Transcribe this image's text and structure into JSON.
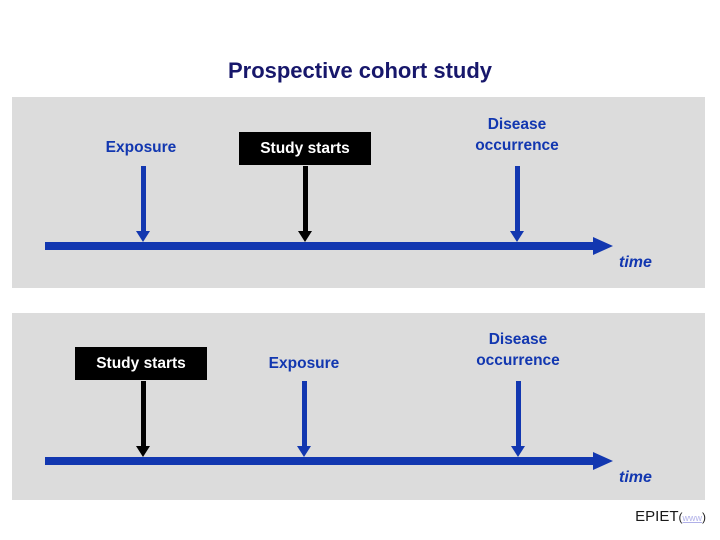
{
  "slide": {
    "title": "Prospective cohort study",
    "background_color": "#ffffff",
    "panel_color": "#dcdcdc",
    "accent_blue": "#1237b0",
    "title_color": "#17176b",
    "highlight_bg": "#000000",
    "highlight_fg": "#ffffff"
  },
  "panels": [
    {
      "id": "panel-1",
      "name": "prospective-timeline",
      "timeline_caption": "time",
      "markers": [
        {
          "label": "Exposure",
          "style": "plain",
          "color": "#1237b0"
        },
        {
          "label": "Study starts",
          "style": "highlight",
          "color": "#000000"
        },
        {
          "label": "Disease occurrence",
          "style": "plain",
          "color": "#1237b0"
        }
      ]
    },
    {
      "id": "panel-2",
      "name": "retrospective-timeline",
      "timeline_caption": "time",
      "markers": [
        {
          "label": "Study starts",
          "style": "highlight",
          "color": "#000000"
        },
        {
          "label": "Exposure",
          "style": "plain",
          "color": "#1237b0"
        },
        {
          "label": "Disease occurrence",
          "style": "plain",
          "color": "#1237b0"
        }
      ]
    }
  ],
  "footer": {
    "org": "EPIET",
    "open_paren": "(",
    "link": "www",
    "close_paren": ")"
  }
}
